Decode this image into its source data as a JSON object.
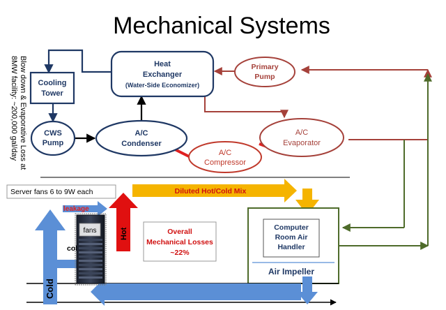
{
  "title": "Mechanical Systems",
  "side_note": {
    "line1": "Blow down & Evaporative Loss at",
    "line2": "8MW facility: ~200,000 gal/day"
  },
  "nodes": {
    "cooling_tower": [
      "Cooling",
      "Tower"
    ],
    "heat_exchanger": [
      "Heat",
      "Exchanger",
      "(Water-Side Economizer)"
    ],
    "primary_pump": [
      "Primary",
      "Pump"
    ],
    "cws_pump": [
      "CWS",
      "Pump"
    ],
    "ac_condenser": [
      "A/C",
      "Condenser"
    ],
    "ac_evaporator": [
      "A/C",
      "Evaporator"
    ],
    "ac_compressor": [
      "A/C",
      "Compressor"
    ],
    "crah": [
      "Computer",
      "Room Air",
      "Handler"
    ],
    "air_impeller": "Air Impeller"
  },
  "labels": {
    "server_fans": "Server fans 6 to 9W each",
    "diluted_mix": "Diluted Hot/Cold Mix",
    "leakage": "leakage",
    "fans": "fans",
    "hot": "Hot",
    "cold_small": "cold",
    "cold_big": "Cold",
    "overall_losses": [
      "Overall",
      "Mechanical Losses",
      "~22%"
    ]
  },
  "colors": {
    "navy": "#1f3864",
    "maroon": "#a5413a",
    "red": "#e02020",
    "green": "#4e6b2a",
    "blue_arrow": "#5b8fd6",
    "yellow": "#f5b400",
    "label_red": "#d01010"
  }
}
